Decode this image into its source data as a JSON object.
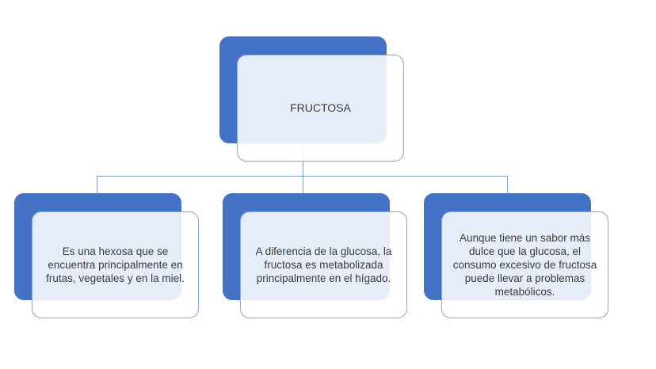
{
  "diagram": {
    "root_label": "FRUCTOSA",
    "children": [
      {
        "text": "Es una hexosa que se encuentra principalmente en frutas, vegetales y en la miel."
      },
      {
        "text": "A diferencia de la glucosa, la fructosa es metabolizada principalmente en el hígado."
      },
      {
        "text": "Aunque tiene un sabor más dulce que la glucosa, el consumo excesivo de fructosa puede llevar a problemas metabólicos."
      }
    ],
    "colors": {
      "accent_blue": "#4472C4",
      "front_panel_fill": "rgba(255,255,255,0.87)",
      "panel_border": "#8CA5D2",
      "connector": "#84A0CC",
      "text": "#3A3A3A",
      "background": "#FFFFFF"
    }
  }
}
